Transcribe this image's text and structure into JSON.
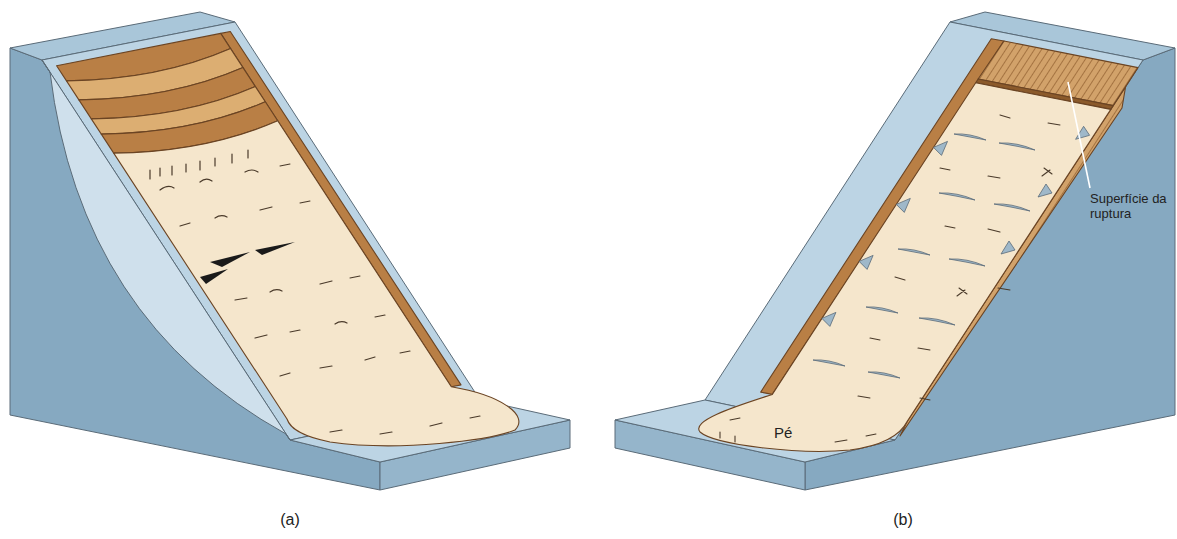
{
  "diagram": {
    "labels": [
      "Superfície da ruptura",
      "Pé",
      "(a)",
      "(b)"
    ]
  }
}
